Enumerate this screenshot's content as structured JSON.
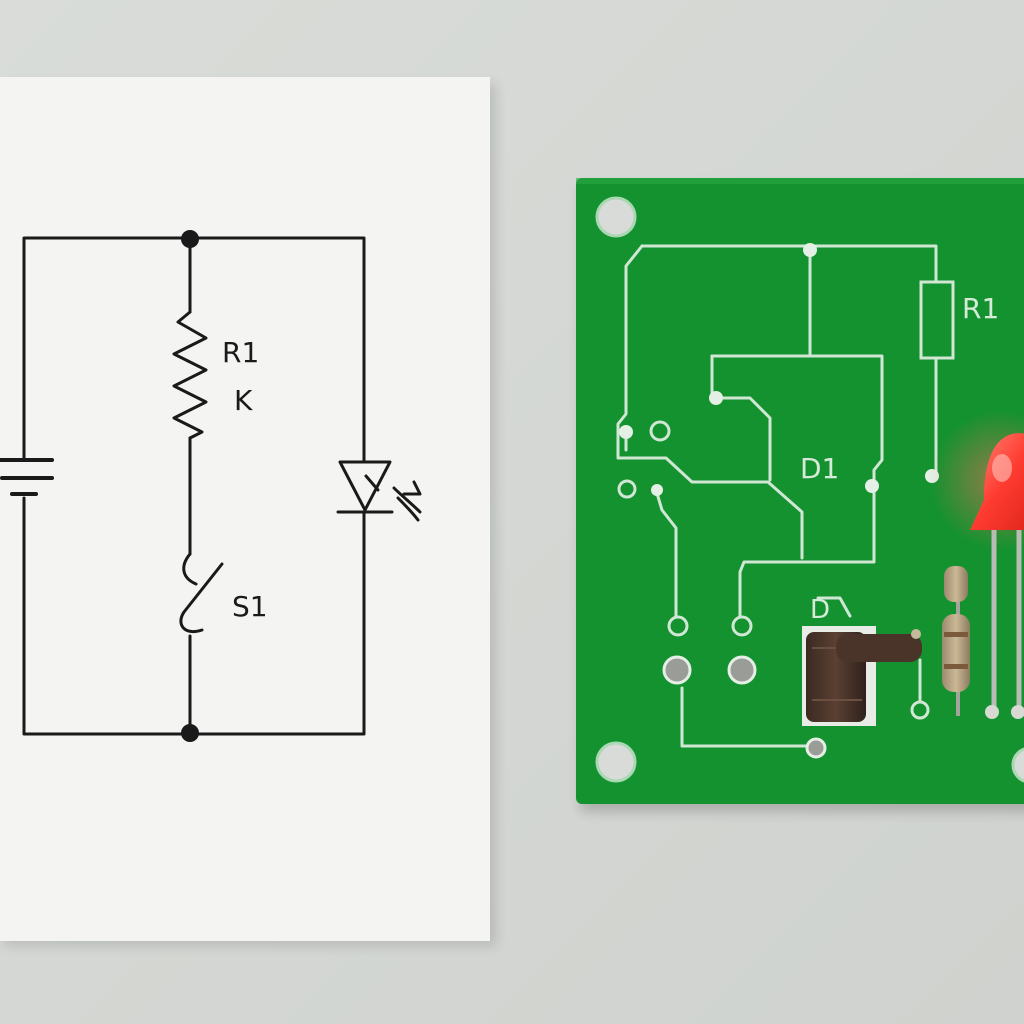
{
  "schematic": {
    "resistor_label": "R1",
    "resistor_value": "K",
    "switch_label": "S1"
  },
  "pcb": {
    "resistor_label": "R1",
    "diode_label": "D1",
    "component_marker": "D",
    "board_color": "#14922f",
    "trace_color": "#cfe7d4",
    "led_color": "#ff3b30"
  }
}
